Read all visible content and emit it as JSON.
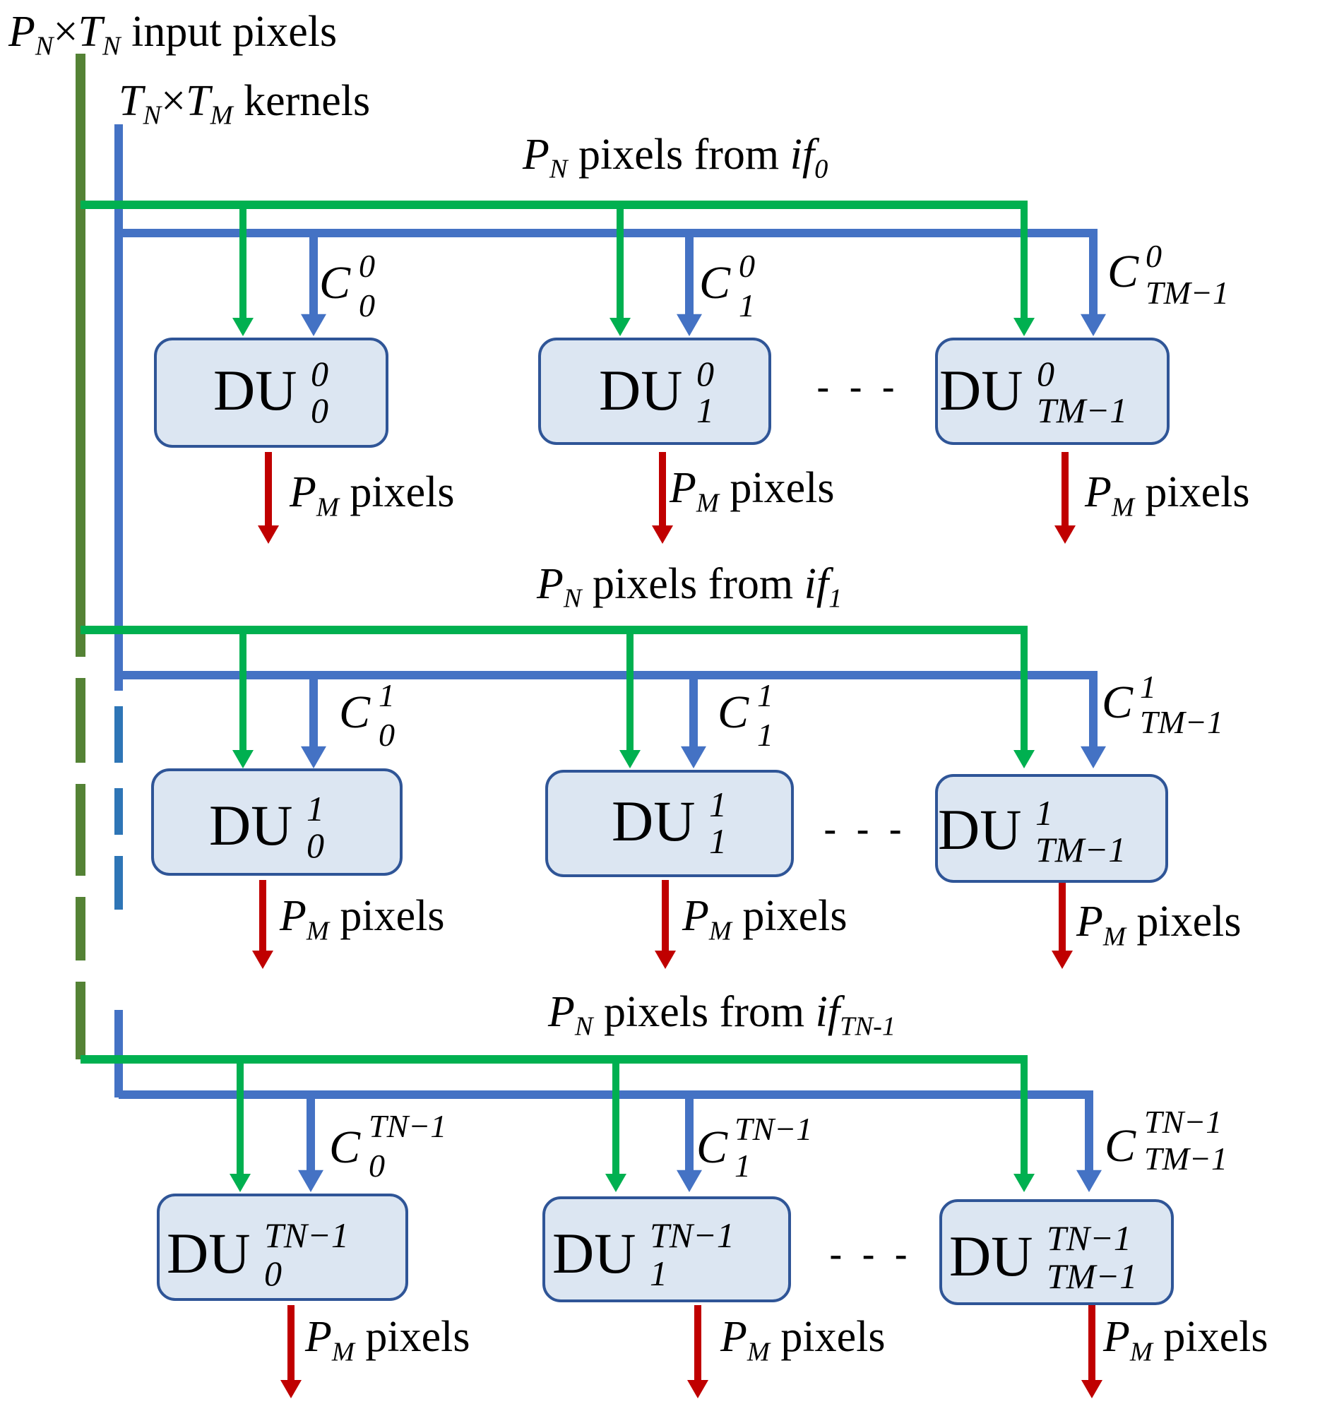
{
  "labels": {
    "input_pixels": {
      "p": "P",
      "p_sub": "N",
      "times": "×",
      "t": "T",
      "t_sub": "N",
      "rest": " input pixels"
    },
    "kernels": {
      "t1": "T",
      "t1_sub": "N",
      "times": "×",
      "t2": "T",
      "t2_sub": "M",
      "rest": " kernels"
    }
  },
  "rows": [
    {
      "header": {
        "p": "P",
        "p_sub": "N",
        "text": " pixels  from ",
        "if": "if",
        "if_sub": "0"
      },
      "units": [
        {
          "du": "DU",
          "sup": "0",
          "sub": "0",
          "c": "C",
          "c_sup": "0",
          "c_sub": "0",
          "out": {
            "p": "P",
            "sub": "M",
            "text": " pixels"
          }
        },
        {
          "du": "DU",
          "sup": "0",
          "sub": "1",
          "c": "C",
          "c_sup": "0",
          "c_sub": "1",
          "out": {
            "p": "P",
            "sub": "M",
            "text": " pixels"
          }
        },
        {
          "du": "DU",
          "sup": "0",
          "sub": "TM−1",
          "c": "C",
          "c_sup": "0",
          "c_sub": "TM−1",
          "out": {
            "p": "P",
            "sub": "M",
            "text": " pixels"
          }
        }
      ],
      "ellipsis": "- - -"
    },
    {
      "header": {
        "p": "P",
        "p_sub": "N",
        "text": " pixels  from ",
        "if": "if",
        "if_sub": "1"
      },
      "units": [
        {
          "du": "DU",
          "sup": "1",
          "sub": "0",
          "c": "C",
          "c_sup": "1",
          "c_sub": "0",
          "out": {
            "p": "P",
            "sub": "M",
            "text": " pixels"
          }
        },
        {
          "du": "DU",
          "sup": "1",
          "sub": "1",
          "c": "C",
          "c_sup": "1",
          "c_sub": "1",
          "out": {
            "p": "P",
            "sub": "M",
            "text": " pixels"
          }
        },
        {
          "du": "DU",
          "sup": "1",
          "sub": "TM−1",
          "c": "C",
          "c_sup": "1",
          "c_sub": "TM−1",
          "out": {
            "p": "P",
            "sub": "M",
            "text": " pixels"
          }
        }
      ],
      "ellipsis": "- - -"
    },
    {
      "header": {
        "p": "P",
        "p_sub": "N",
        "text": " pixels  from ",
        "if": "if",
        "if_sub": "TN-1"
      },
      "units": [
        {
          "du": "DU",
          "sup": "TN−1",
          "sub": "0",
          "c": "C",
          "c_sup": "TN−1",
          "c_sub": "0",
          "out": {
            "p": "P",
            "sub": "M",
            "text": " pixels"
          }
        },
        {
          "du": "DU",
          "sup": "TN−1",
          "sub": "1",
          "c": "C",
          "c_sup": "TN−1",
          "c_sub": "1",
          "out": {
            "p": "P",
            "sub": "M",
            "text": " pixels"
          }
        },
        {
          "du": "DU",
          "sup": "TN−1",
          "sub": "TM−1",
          "c": "C",
          "c_sup": "TN−1",
          "c_sub": "TM−1",
          "out": {
            "p": "P",
            "sub": "M",
            "text": " pixels"
          }
        }
      ],
      "ellipsis": "- - -"
    }
  ],
  "colors": {
    "input_bus": "#548235",
    "pixel_line": "#00b050",
    "kernel_line": "#4472c4",
    "kernel_bus_dash": "#2e75b6",
    "output_arrow": "#c00000",
    "unit_fill": "#dce6f2",
    "unit_border": "#2f5597"
  }
}
